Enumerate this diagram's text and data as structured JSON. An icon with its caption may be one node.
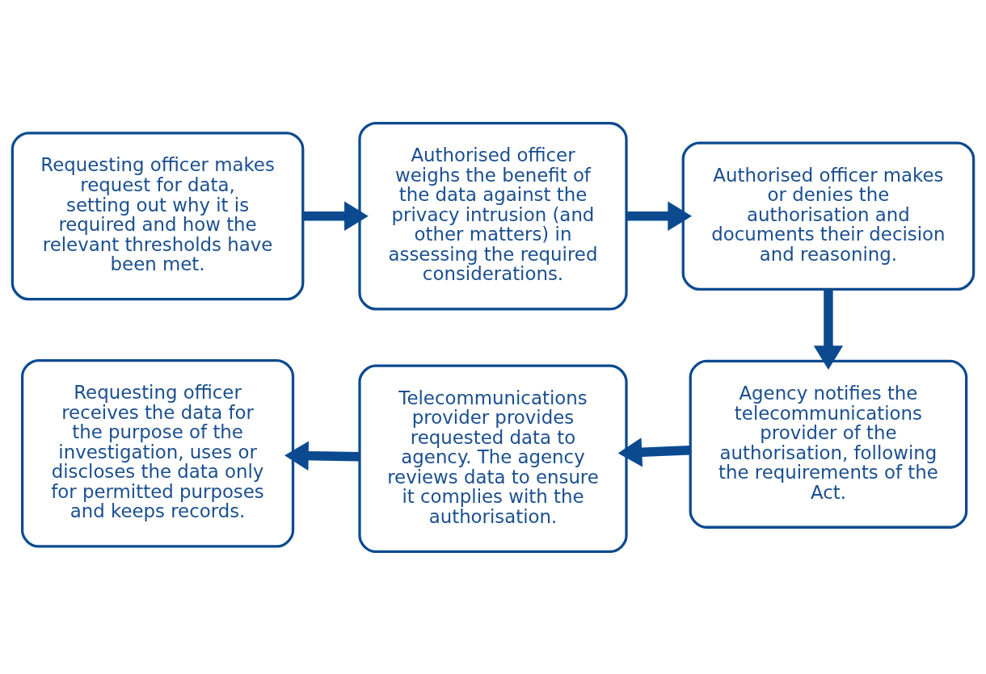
{
  "diagram": {
    "nodes": [
      {
        "text": [
          "Requesting officer makes request for data, setting out why it is required and how the relevant thresholds have been met."
        ]
      },
      {
        "text": [
          "Authorised officer weighs the benefit of the data against the privacy intrusion (and other matters) in assessing the required considerations."
        ]
      },
      {
        "text": [
          "Authorised officer makes or denies the authorisation and documents their decision and reasoning."
        ]
      },
      {
        "text": [
          "Agency notifies the telecommunications provider of the authorisation, following the requirements of the Act."
        ]
      },
      {
        "text": [
          "Telecommunications provider provides requested data to agency. The agency reviews data to ensure it complies with the authorisation."
        ]
      },
      {
        "text": [
          "Requesting officer receives the data for the purpose of the investigation, uses or discloses the data only for permitted purposes and keeps records."
        ]
      }
    ],
    "edges": [
      {
        "from": 0,
        "to": 1,
        "arrow": "to"
      },
      {
        "from": 1,
        "to": 2,
        "arrow": "to"
      },
      {
        "from": 2,
        "to": 3,
        "arrow": "to"
      },
      {
        "from": 3,
        "to": 4,
        "arrow": "to"
      },
      {
        "from": 4,
        "to": 5,
        "arrow": "to"
      }
    ]
  }
}
